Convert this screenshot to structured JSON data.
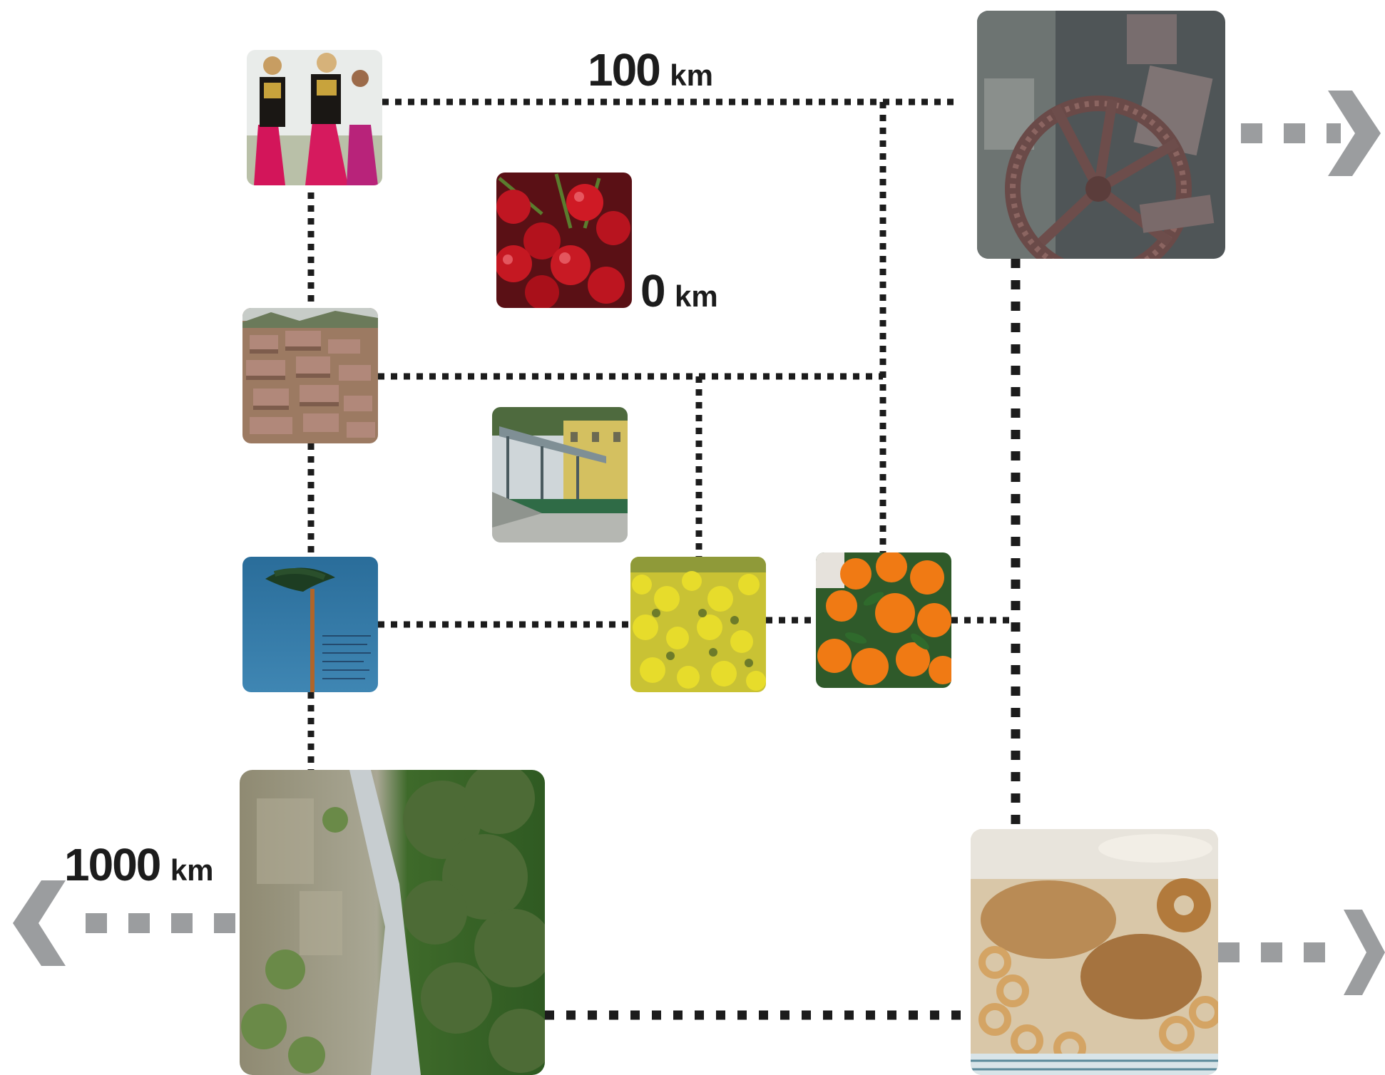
{
  "labels": {
    "km_100": {
      "value": "100",
      "unit": "km"
    },
    "km_0": {
      "value": "0",
      "unit": "km"
    },
    "km_1000": {
      "value": "1000",
      "unit": "km"
    }
  },
  "photos": [
    {
      "id": "costume",
      "subject": "women in traditional red costumes"
    },
    {
      "id": "cherries",
      "subject": "red cherries"
    },
    {
      "id": "mill",
      "subject": "stone mill wheel"
    },
    {
      "id": "village",
      "subject": "hillside village rooftops"
    },
    {
      "id": "building",
      "subject": "yellow building with glass canopy"
    },
    {
      "id": "tree",
      "subject": "tall pine tree on blue"
    },
    {
      "id": "broom",
      "subject": "yellow broom flowers"
    },
    {
      "id": "oranges",
      "subject": "oranges with leaves"
    },
    {
      "id": "gorge",
      "subject": "river gorge with green vegetation"
    },
    {
      "id": "bread",
      "subject": "bread and taralli"
    }
  ],
  "colors": {
    "connector": "#1c1c1c",
    "arrow": "#9b9d9f"
  }
}
